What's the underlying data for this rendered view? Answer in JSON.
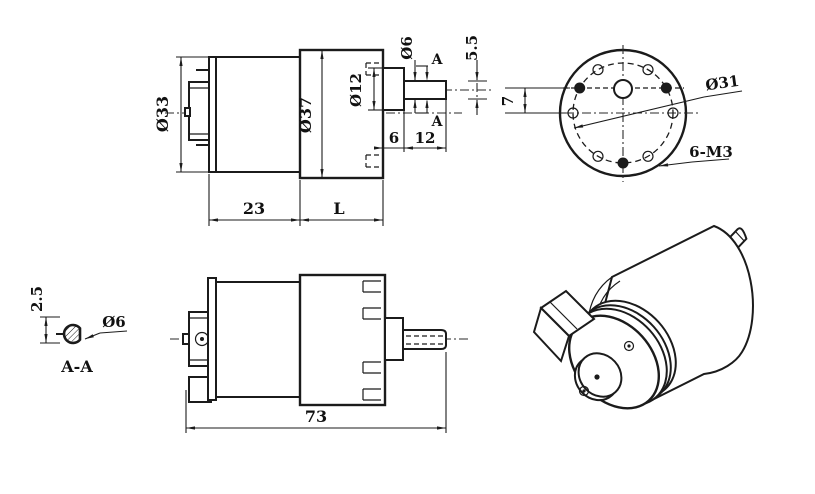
{
  "drawing": {
    "title": "Offset-shaft DC gear motor — dimensioned engineering drawing",
    "colors": {
      "line": "#1b1b1b",
      "background": "#ffffff"
    },
    "views": {
      "side_top": {
        "motor_diameter": "Ø33",
        "gearbox_diameter": "Ø37",
        "boss_diameter": "Ø12",
        "shaft_diameter": "Ø6",
        "shaft_flat_height": "5.5",
        "section_mark_top": "A",
        "section_mark_bottom": "A",
        "boss_length": "6",
        "shaft_length": "12",
        "motor_length": "23",
        "gearbox_length": "L"
      },
      "front": {
        "shaft_offset": "7",
        "bolt_circle_diameter": "Ø31",
        "mounting_holes": "6-M3"
      },
      "section_aa": {
        "flat_dimension": "2.5",
        "shaft_diameter": "Ø6",
        "label": "A-A"
      },
      "side_bottom": {
        "total_length": "73"
      }
    }
  }
}
